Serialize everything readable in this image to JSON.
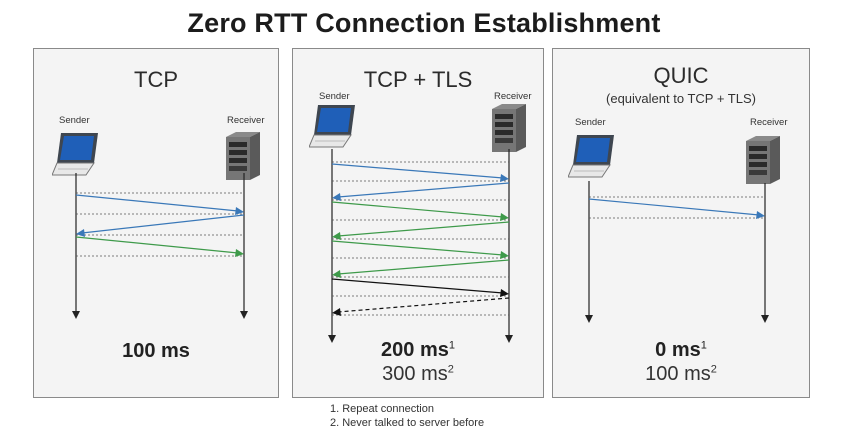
{
  "title": "Zero RTT Connection Establishment",
  "panels": [
    {
      "title": "TCP",
      "sender_label": "Sender",
      "receiver_label": "Receiver",
      "result_primary": "100 ms"
    },
    {
      "title": "TCP + TLS",
      "sender_label": "Sender",
      "receiver_label": "Receiver",
      "result_primary": "200 ms",
      "result_primary_note": "1",
      "result_secondary": "300 ms",
      "result_secondary_note": "2"
    },
    {
      "title": "QUIC",
      "subtitle": "(equivalent to TCP + TLS)",
      "sender_label": "Sender",
      "receiver_label": "Receiver",
      "result_primary": "0 ms",
      "result_primary_note": "1",
      "result_secondary": "100 ms",
      "result_secondary_note": "2"
    }
  ],
  "footnotes": [
    "1. Repeat connection",
    "2. Never talked to server before"
  ],
  "colors": {
    "blue": "#3a78b8",
    "green": "#3e9a4a",
    "black": "#111111",
    "dotted": "#555555"
  },
  "icons": {
    "sender": "laptop-icon",
    "receiver": "server-icon"
  }
}
